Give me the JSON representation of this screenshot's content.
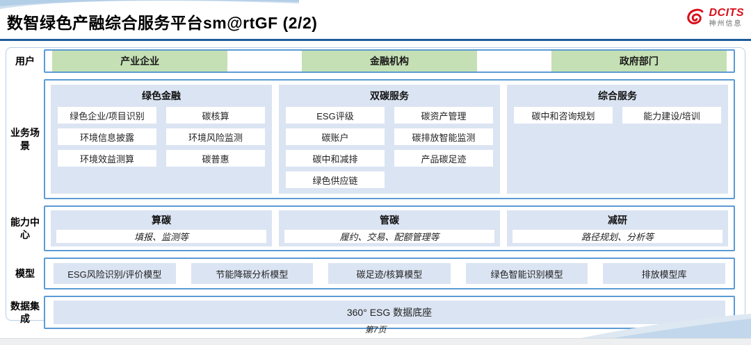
{
  "header": {
    "title": "数智绿色产融综合服务平台sm@rtGF (2/2)",
    "logo": {
      "brand": "DCITS",
      "sub": "神州信息"
    }
  },
  "colors": {
    "title_underline": "#1e5c9b",
    "box_border_blue": "#5b9bd5",
    "user_green": "#c5e0b4",
    "panel_blue": "#dbe4f2",
    "brand_red": "#d8101c"
  },
  "rows": {
    "users": {
      "label": "用户",
      "items": [
        "产业企业",
        "金融机构",
        "政府部门"
      ]
    },
    "scenarios": {
      "label": "业务场景",
      "columns": [
        {
          "title": "绿色金融",
          "cells": [
            "绿色企业/项目识别",
            "碳核算",
            "环境信息披露",
            "环境风险监测",
            "环境效益测算",
            "碳普惠"
          ]
        },
        {
          "title": "双碳服务",
          "cells": [
            "ESG评级",
            "碳资产管理",
            "碳账户",
            "碳排放智能监测",
            "碳中和减排",
            "产品碳足迹",
            "绿色供应链"
          ]
        },
        {
          "title": "综合服务",
          "cells": [
            "碳中和咨询规划",
            "能力建设/培训"
          ]
        }
      ]
    },
    "capabilities": {
      "label": "能力中心",
      "items": [
        {
          "title": "算碳",
          "desc": "填报、监测等"
        },
        {
          "title": "管碳",
          "desc": "履约、交易、配额管理等"
        },
        {
          "title": "减研",
          "desc": "路径规划、分析等"
        }
      ]
    },
    "models": {
      "label": "模型",
      "items": [
        "ESG风险识别/评价模型",
        "节能降碳分析模型",
        "碳足迹/核算模型",
        "绿色智能识别模型",
        "排放模型库"
      ]
    },
    "data_integration": {
      "label": "数据集成",
      "items": [
        "360° ESG 数据底座"
      ]
    }
  },
  "footer": {
    "page": "第7页"
  }
}
